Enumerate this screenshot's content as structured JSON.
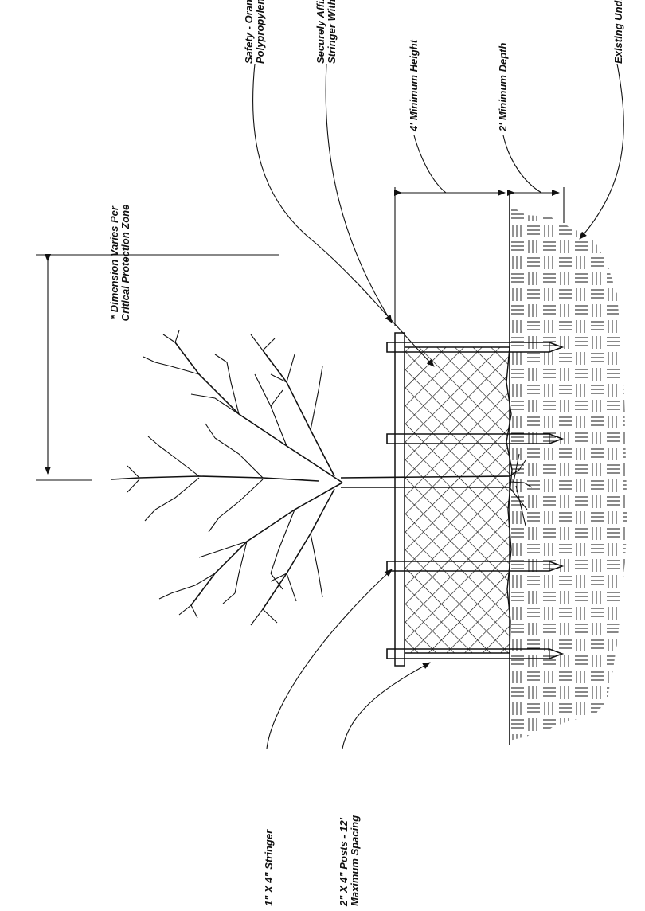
{
  "labels": {
    "dimension_note_line1": "* Dimension Varies Per",
    "dimension_note_line2": "Critical Protection Zone",
    "fencing_line1": "Safety - Orange Nylon Or",
    "fencing_line2": "Polypropylene Type Fencing",
    "affix_line1": "Securely Affix Fencing To",
    "affix_line2": "Stringer With Staples Or Nails",
    "min_height": "4' Minimum Height",
    "min_depth": "2' Minimum Depth",
    "soil": "Existing Undisturbed Soil",
    "stringer": "1\" X 4\" Stringer",
    "posts_line1": "2\" X 4\" Posts - 12'",
    "posts_line2": "Maximum Spacing"
  }
}
